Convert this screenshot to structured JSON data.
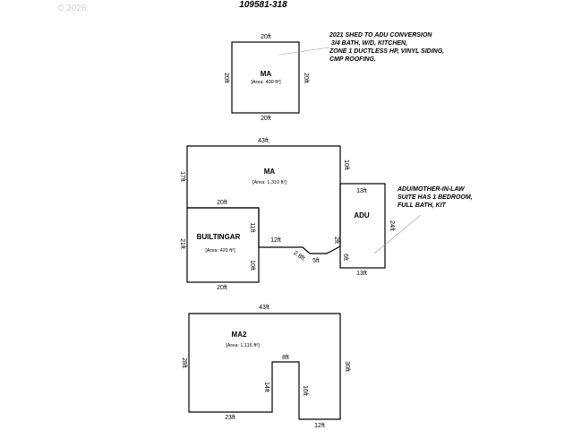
{
  "header": {
    "watermark": "© 2026",
    "doc_id": "109581-318"
  },
  "shed": {
    "label": "MA",
    "area": "[Area: 400 ft²]",
    "dims": {
      "top": "20ft",
      "bottom": "20ft",
      "left": "20ft",
      "right": "20ft"
    },
    "note": [
      "2021 SHED TO ADU CONVERSION",
      "3/4 BATH, W/D, KITCHEN,",
      "ZONE 1 DUCTLESS HP, VINYL SIDING,",
      "CMP ROOFING."
    ]
  },
  "main": {
    "label": "MA",
    "area": "[Area: 1,310 ft²]",
    "dims": {
      "top": "43ft",
      "left": "17ft",
      "right": "10ft",
      "step": "12ft",
      "diag": "2.8ft",
      "five": "5ft",
      "two": "2ft"
    }
  },
  "garage": {
    "label": "BUILTINGAR",
    "area": "[Area: 420 ft²]",
    "dims": {
      "top": "20ft",
      "bottom": "20ft",
      "left": "21ft",
      "right_upper": "11ft",
      "right_lower": "10ft"
    }
  },
  "adu": {
    "label": "ADU",
    "dims": {
      "top": "13ft",
      "bottom": "13ft",
      "right": "24ft",
      "left_lower": "6ft"
    },
    "note": [
      "ADU/MOTHER-IN-LAW",
      "SUITE HAS 1 BEDROOM,",
      "FULL BATH, KIT"
    ]
  },
  "ma2": {
    "label": "MA2",
    "area": "[Area: 1,116 ft²]",
    "dims": {
      "top": "43ft",
      "left": "28ft",
      "right": "30ft",
      "bottom_left": "23ft",
      "notch_top": "8ft",
      "notch_left": "14ft",
      "notch_right": "16ft",
      "bottom_right": "12ft"
    }
  }
}
